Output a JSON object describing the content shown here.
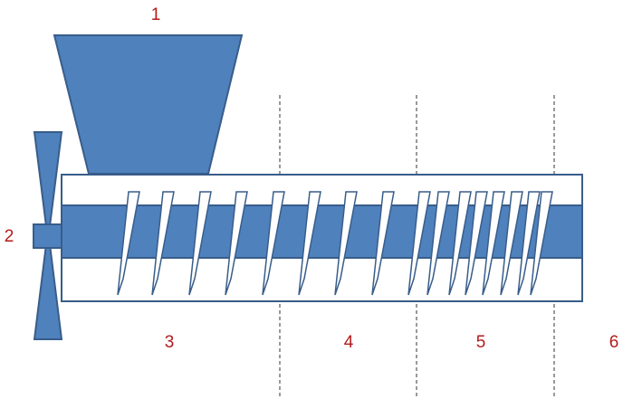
{
  "diagram": {
    "labels": [
      "1",
      "2",
      "3",
      "4",
      "5",
      "6"
    ],
    "colors": {
      "fill": "#4f81bd",
      "stroke": "#385d8a",
      "label": "#b31b1b",
      "divider": "#333333"
    }
  }
}
